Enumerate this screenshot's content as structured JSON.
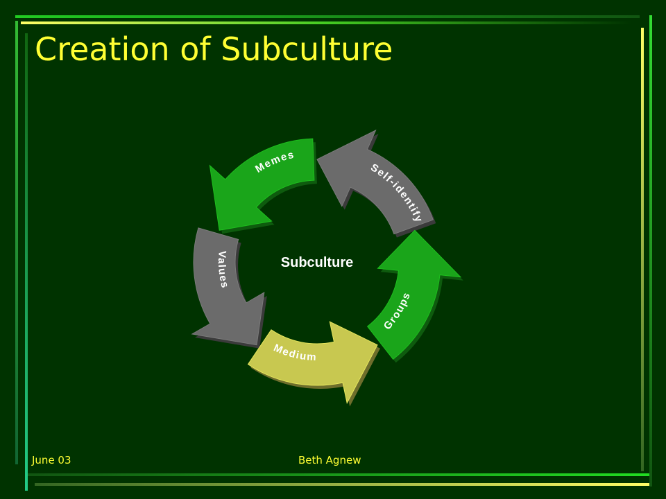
{
  "slide": {
    "title": "Creation of Subculture",
    "footer_left": "June 03",
    "footer_center": "Beth Agnew"
  },
  "diagram": {
    "center": "Subculture",
    "segments": [
      {
        "label": "Self-identify",
        "color": "#6b6b6b"
      },
      {
        "label": "Memes",
        "color": "#1aa51a"
      },
      {
        "label": "Values",
        "color": "#6b6b6b"
      },
      {
        "label": "Medium",
        "color": "#c8c850"
      },
      {
        "label": "Groups",
        "color": "#1aa51a"
      }
    ]
  },
  "colors": {
    "background": "#003300",
    "title": "#ffff33",
    "frame_green": "#22bb22",
    "frame_yellow": "#ffff66"
  }
}
